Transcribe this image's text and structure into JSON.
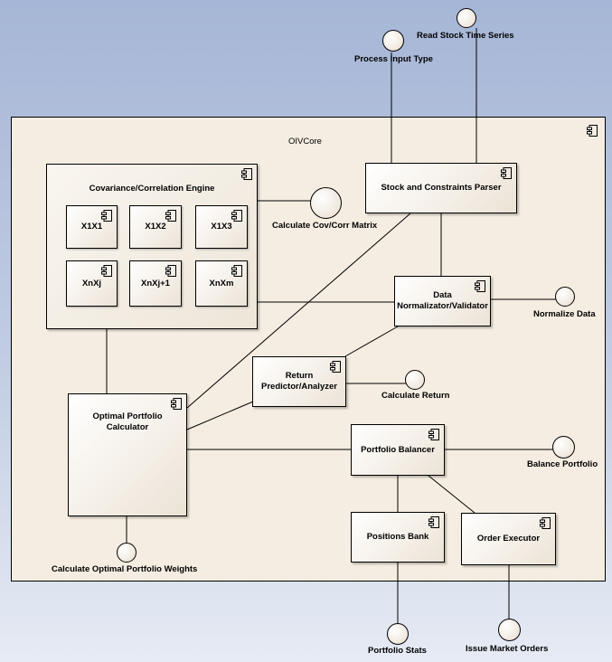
{
  "diagram": {
    "container": {
      "title": "OIVCore"
    },
    "components": {
      "engine": "Covariance/Correlation Engine",
      "x1x1": "X1X1",
      "x1x2": "X1X2",
      "x1x3": "X1X3",
      "xnxj": "XnXj",
      "xnxj1": "XnXj+1",
      "xnxm": "XnXm",
      "parser": "Stock and Constraints Parser",
      "normalizer_line1": "Data",
      "normalizer_line2": "Normalizator/Validator",
      "predictor_line1": "Return",
      "predictor_line2": "Predictor/Analyzer",
      "calculator_line1": "Optimal Portfolio",
      "calculator_line2": "Calculator",
      "balancer": "Portfolio Balancer",
      "positions": "Positions Bank",
      "executor": "Order Executor"
    },
    "interfaces": {
      "read_stock": "Read Stock Time Series",
      "process_input": "Process Input Type",
      "calc_cov": "Calculate Cov/Corr Matrix",
      "normalize": "Normalize Data",
      "calc_return": "Calculate Return",
      "balance": "Balance Portfolio",
      "calc_weights": "Calculate Optimal Portfolio Weights",
      "portfolio_stats": "Portfolio Stats",
      "issue_orders": "Issue Market Orders"
    }
  }
}
